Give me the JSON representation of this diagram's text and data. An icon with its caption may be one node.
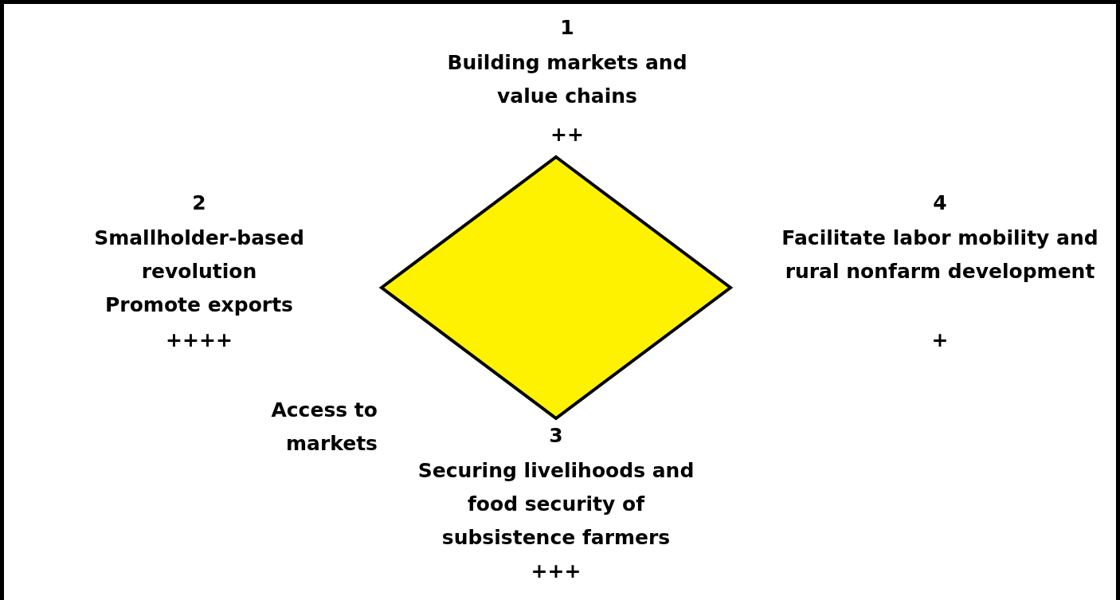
{
  "diagram": {
    "nodes": [
      {
        "text": [],
        "shape": "diamond"
      }
    ],
    "edges": [],
    "labels": [
      "1",
      "Building markets and value chains",
      "++",
      "2",
      "Smallholder-based revolution",
      "Promote exports",
      "++++",
      "4",
      "Facilitate labor mobility and rural nonfarm development",
      "+",
      "Access to markets",
      "3",
      "Securing livelihoods and food security of subsistence farmers",
      "+++"
    ]
  }
}
